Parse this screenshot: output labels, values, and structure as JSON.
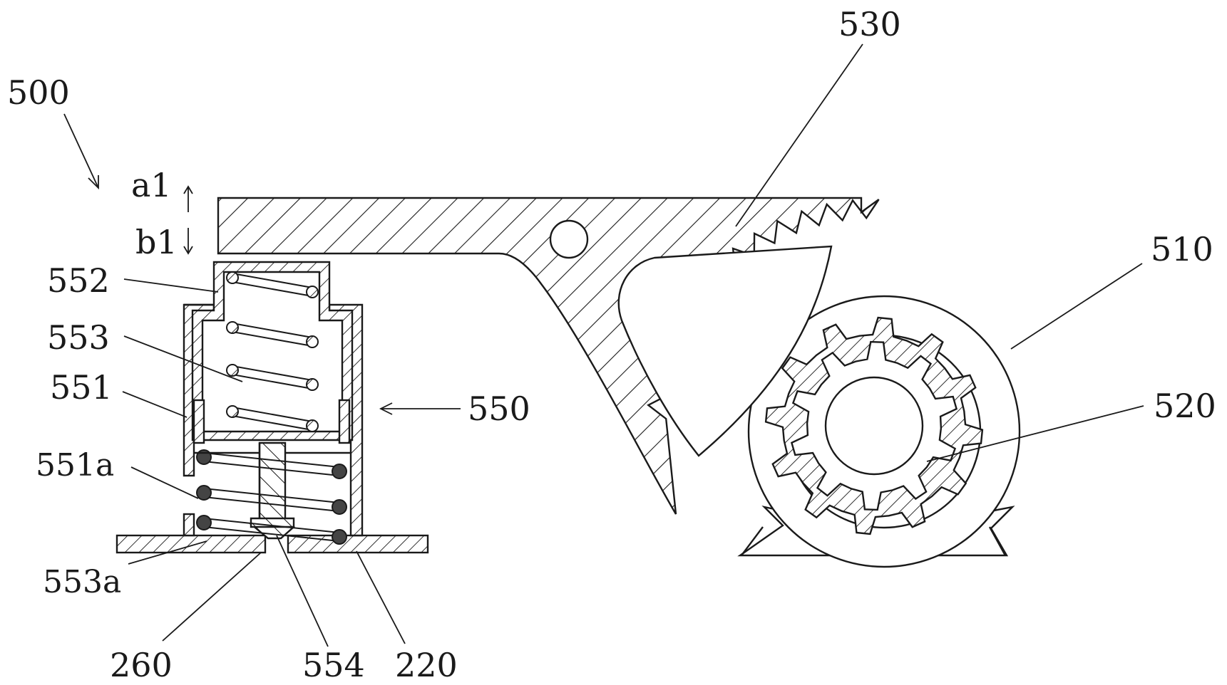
{
  "labels": {
    "assembly": "500",
    "dir_up": "a1",
    "dir_down": "b1",
    "lever": "530",
    "motor": "510",
    "gear": "520",
    "buffer_assembly": "550",
    "cap": "552",
    "upper_spring": "553",
    "sleeve": "551",
    "sleeve_slot": "551a",
    "spring_seat": "553a",
    "plate_hole": "260",
    "post": "554",
    "plate": "220"
  },
  "colors": {
    "ink": "#1a1a1a",
    "background": "#ffffff"
  }
}
